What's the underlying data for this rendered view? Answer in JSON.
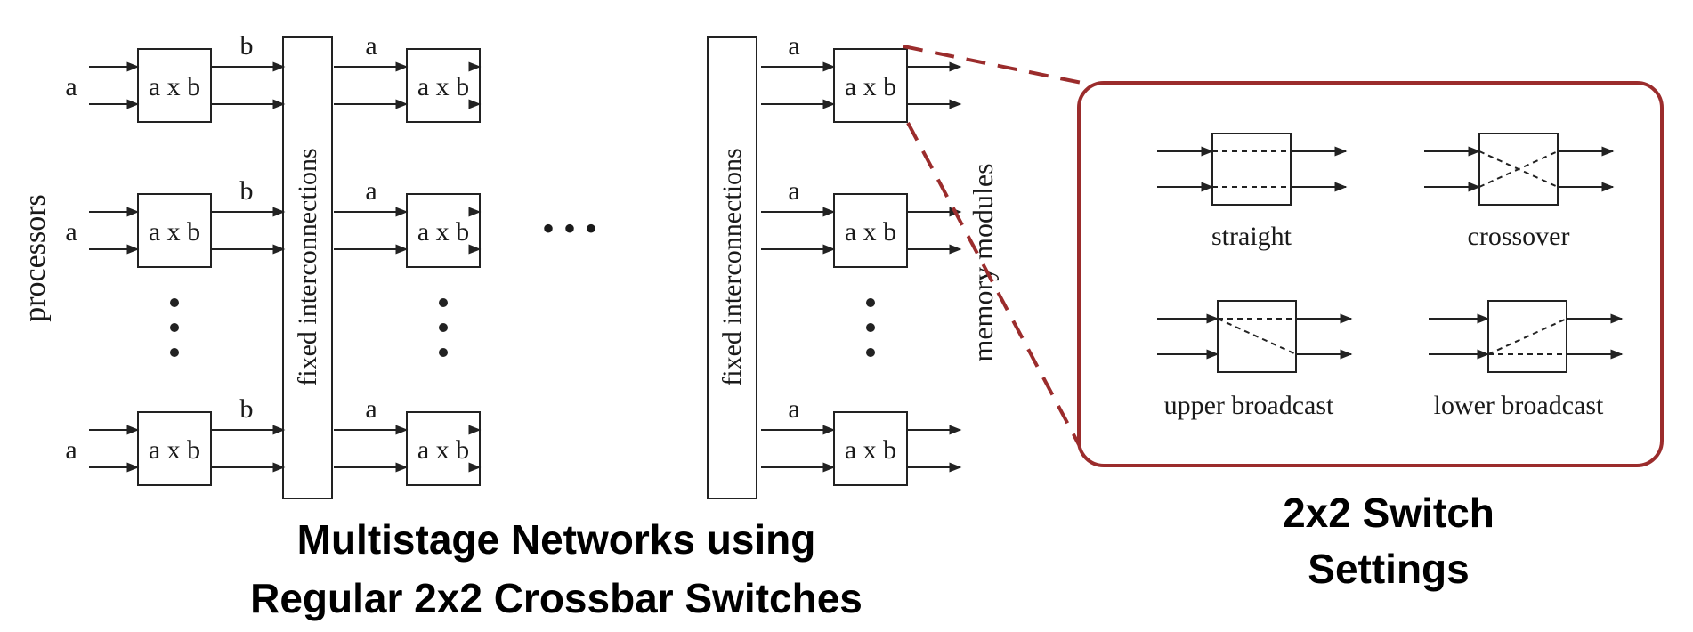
{
  "labels": {
    "processors": "processors",
    "memory_modules": "memory modules",
    "fixed_interconnections": "fixed interconnections",
    "switch": "a x b",
    "input_a": "a",
    "output_b": "b",
    "ellipsis_horizontal": "• • •"
  },
  "settings": {
    "straight": "straight",
    "crossover": "crossover",
    "upper_broadcast": "upper broadcast",
    "lower_broadcast": "lower broadcast"
  },
  "captions": {
    "network_line1": "Multistage Networks using",
    "network_line2": "Regular 2x2 Crossbar Switches",
    "settings_line1": "2x2 Switch",
    "settings_line2": "Settings"
  },
  "colors": {
    "accent": "#9b2c2c",
    "line": "#222222"
  }
}
